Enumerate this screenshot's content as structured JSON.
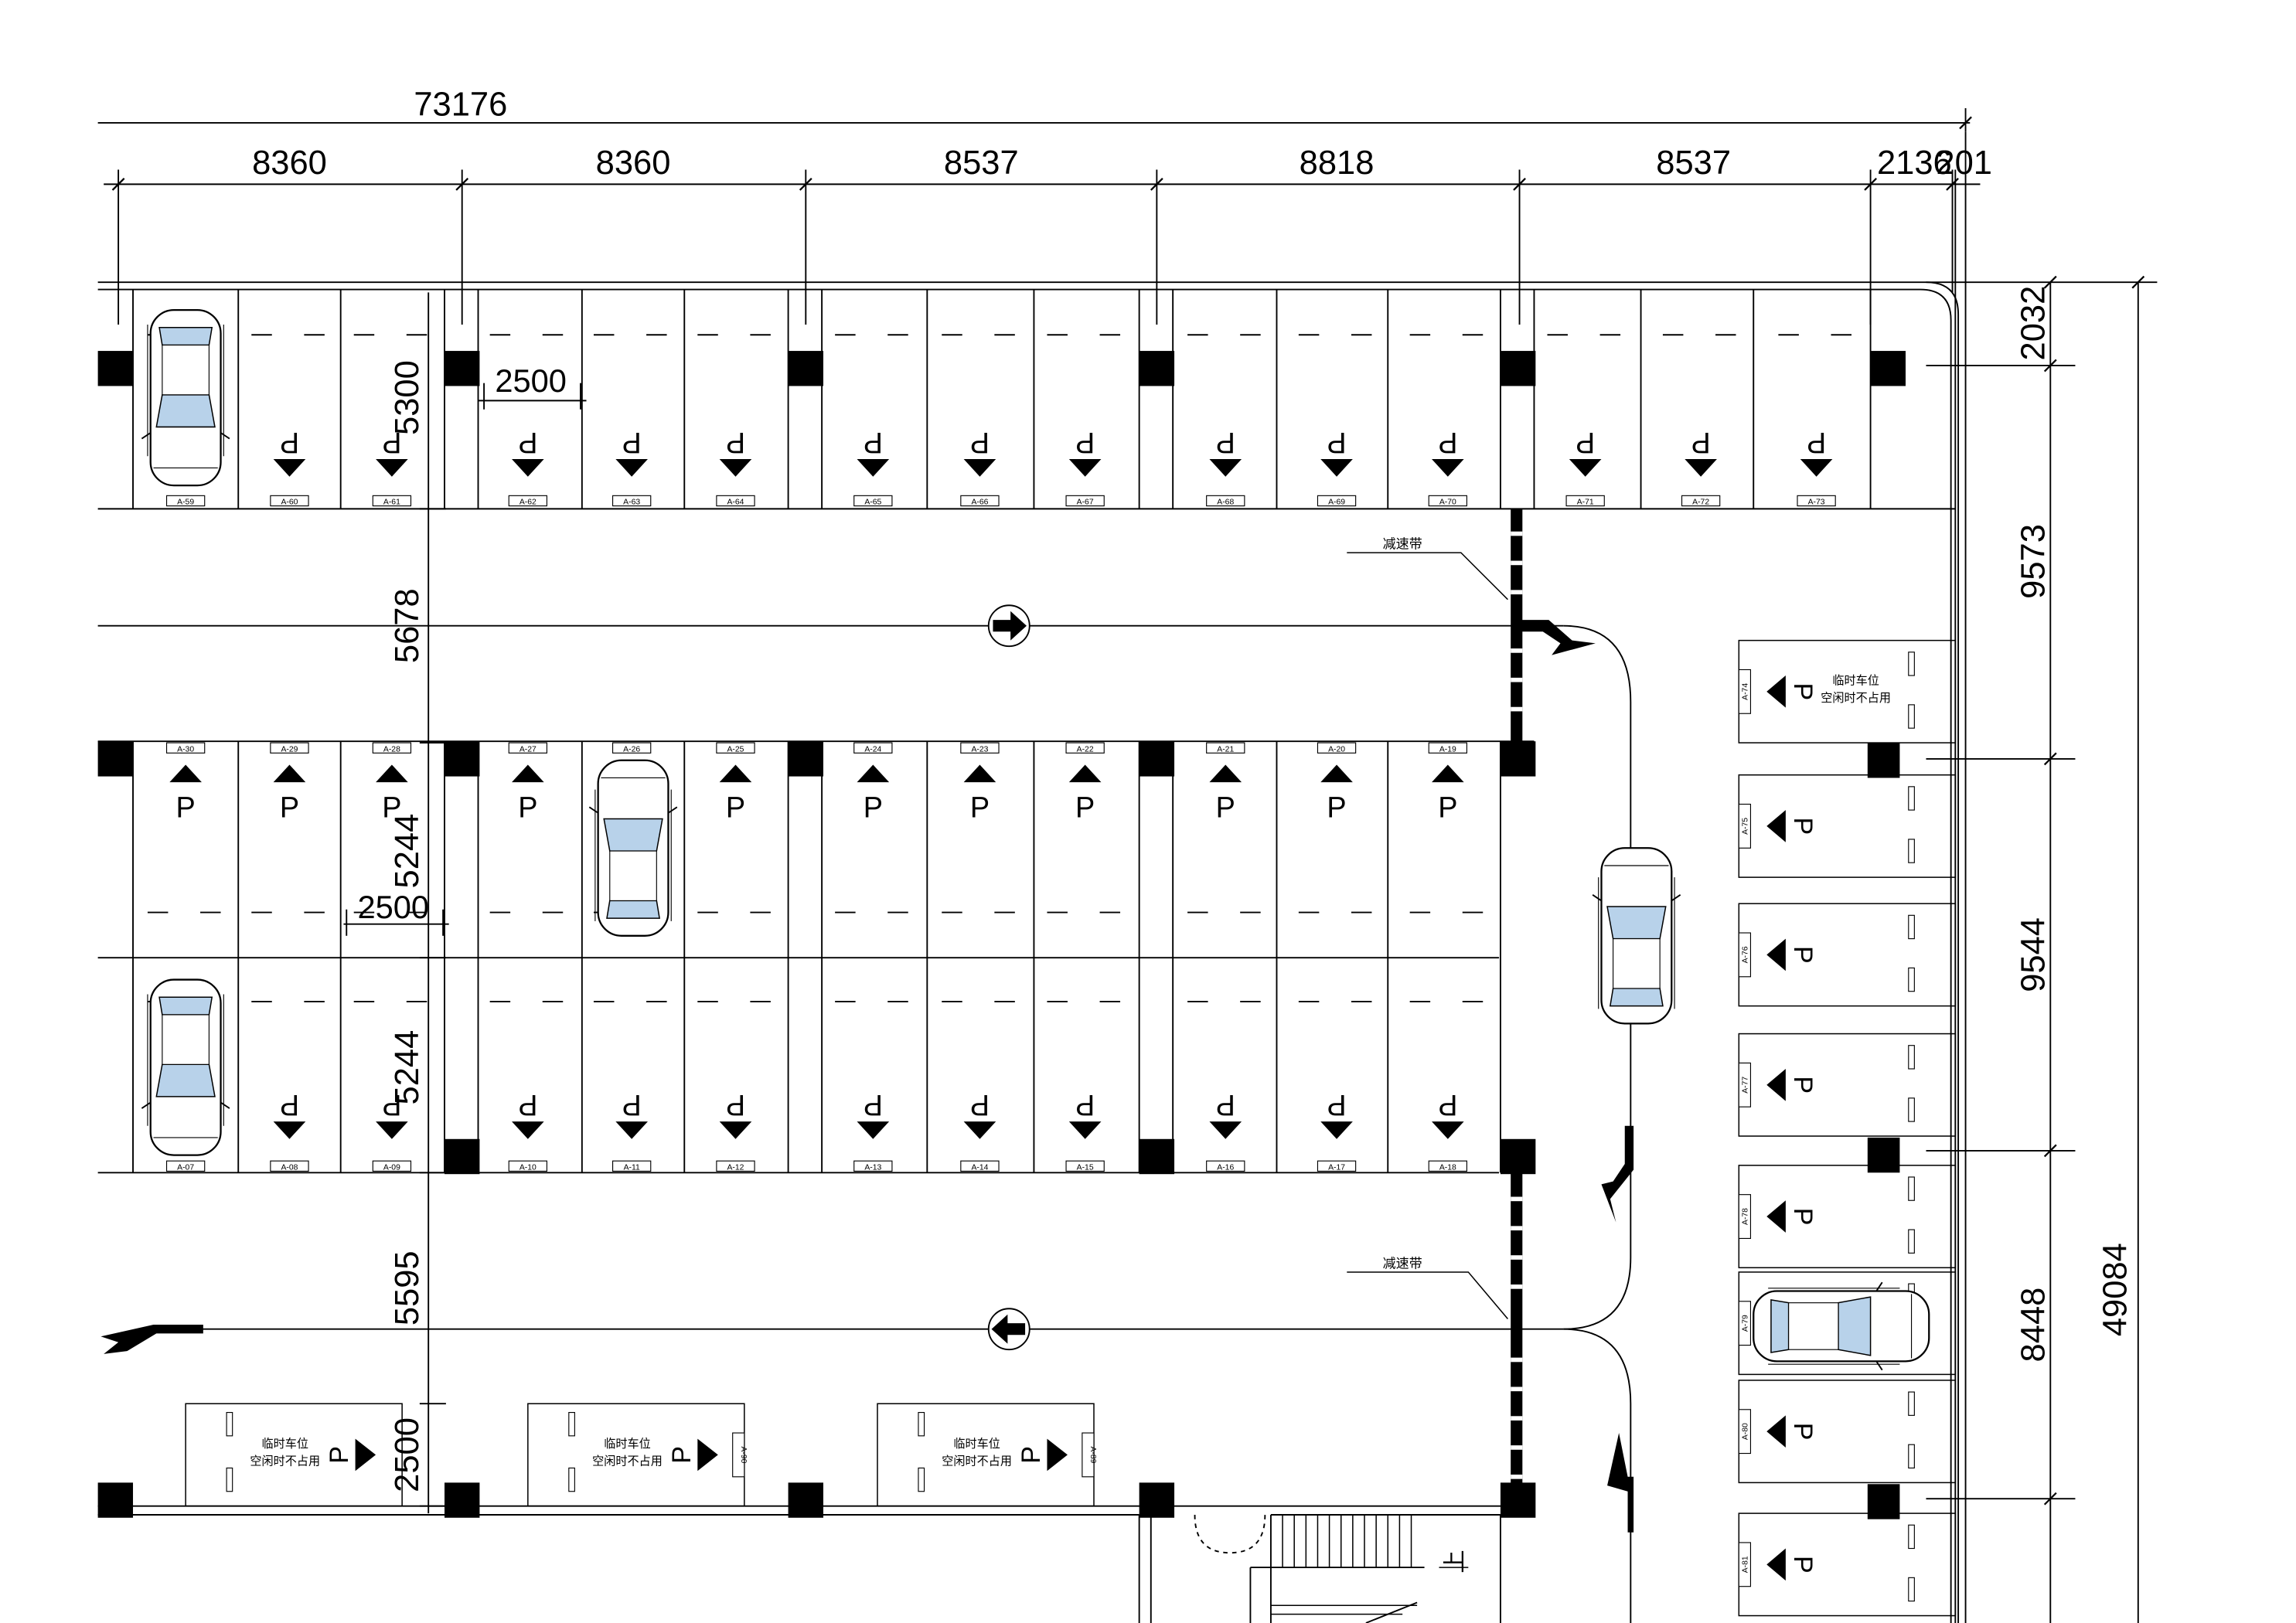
{
  "dimensions": {
    "overall_width": "73176",
    "top_spans": [
      "8360",
      "8360",
      "8537",
      "8818",
      "8537",
      "2136",
      "201"
    ],
    "right_spans": [
      "2032",
      "9573",
      "9544",
      "8448"
    ],
    "right_total": "49084",
    "left_vertical": [
      "5300",
      "5678",
      "5244",
      "5244",
      "5595",
      "2500"
    ],
    "stall_width_labels": [
      "2500",
      "2500"
    ]
  },
  "labels": {
    "speed_bump": "减速带",
    "temp_parking_line1": "临时车位",
    "temp_parking_line2": "空闲时不占用",
    "parking_glyph": "P"
  },
  "stalls": {
    "row1": [
      "A-59",
      "A-60",
      "A-61",
      "A-62",
      "A-63",
      "A-64",
      "A-65",
      "A-66",
      "A-67",
      "A-68",
      "A-69",
      "A-70",
      "A-71",
      "A-72",
      "A-73"
    ],
    "row2": [
      "A-30",
      "A-29",
      "A-28",
      "A-27",
      "A-26",
      "A-25",
      "A-24",
      "A-23",
      "A-22",
      "A-21",
      "A-20",
      "A-19"
    ],
    "row3": [
      "A-07",
      "A-08",
      "A-09",
      "A-10",
      "A-11",
      "A-12",
      "A-13",
      "A-14",
      "A-15",
      "A-16",
      "A-17",
      "A-18"
    ],
    "right": [
      "A-74",
      "A-75",
      "A-76",
      "A-77",
      "A-78",
      "A-79",
      "A-80",
      "A-81"
    ],
    "bottom": [
      "",
      "A-90",
      "A-89"
    ]
  },
  "colors": {
    "line": "#000000",
    "car_glass": "#b8d2ea",
    "white": "#ffffff"
  }
}
